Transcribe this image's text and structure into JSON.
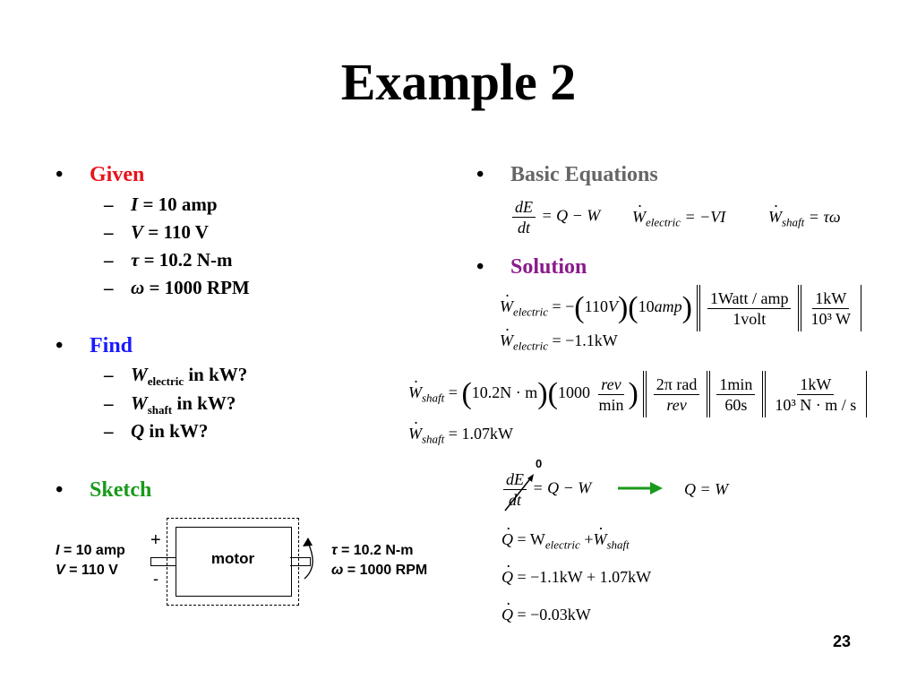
{
  "title": "Example 2",
  "given": {
    "label": "Given",
    "items": [
      {
        "sym": "I",
        "text": " = 10 amp"
      },
      {
        "sym": "V",
        "text": " = 110 V"
      },
      {
        "sym": "τ",
        "text": " = 10.2 N-m"
      },
      {
        "sym": "ω",
        "text": " = 1000 RPM"
      }
    ]
  },
  "find": {
    "label": "Find",
    "items": [
      {
        "sym": "W",
        "sub": "electric",
        "text": " in kW?"
      },
      {
        "sym": "W",
        "sub": "shaft",
        "text": " in kW?"
      },
      {
        "sym": "Q",
        "sub": "",
        "text": " in kW?"
      }
    ]
  },
  "sketch": {
    "label": "Sketch",
    "left_lines": [
      {
        "sym": "I",
        "text": " = 10 amp"
      },
      {
        "sym": "V",
        "text": " = 110 V"
      }
    ],
    "motor": "motor",
    "plus": "+",
    "minus": "-",
    "right_lines": [
      {
        "sym": "τ",
        "text": " = 10.2 N-m"
      },
      {
        "sym": "ω",
        "text": " = 1000 RPM"
      }
    ]
  },
  "basic_equations": {
    "label": "Basic Equations"
  },
  "solution": {
    "label": "Solution"
  },
  "equations": {
    "e1_num": "dE",
    "e1_den": "dt",
    "e1_rhs": "= Q − W",
    "e2": "= −VI",
    "e3": "= τω",
    "s1_parts": [
      "= −",
      "110",
      "V",
      "10",
      "amp"
    ],
    "s1_f1n": "1Watt / amp",
    "s1_f1d": "1volt",
    "s1_f2n": "1kW",
    "s1_f2d": "10³ W",
    "s2": "= −1.1kW",
    "s3_a": "= ",
    "s3_b": "10.2N · m",
    "s3_c": "1000",
    "s3_f1n": "rev",
    "s3_f1d": "min",
    "s3_f2n": "2π rad",
    "s3_f2d": "rev",
    "s3_f3n": "1min",
    "s3_f3d": "60s",
    "s3_f4n": "1kW",
    "s3_f4d": "10³ N · m / s",
    "s4": "= 1.07kW",
    "zero": "0",
    "q1": "Q = W",
    "q2": "= W",
    "q3": "= −1.1kW + 1.07kW",
    "q4": "= −0.03kW",
    "plus_sign": "+"
  },
  "page_number": "23",
  "colors": {
    "given": "#e8141c",
    "find": "#1a1aff",
    "sketch": "#1a9a1a",
    "basic": "#666666",
    "solution": "#8b1a8b",
    "arrow": "#1a9a1a"
  }
}
